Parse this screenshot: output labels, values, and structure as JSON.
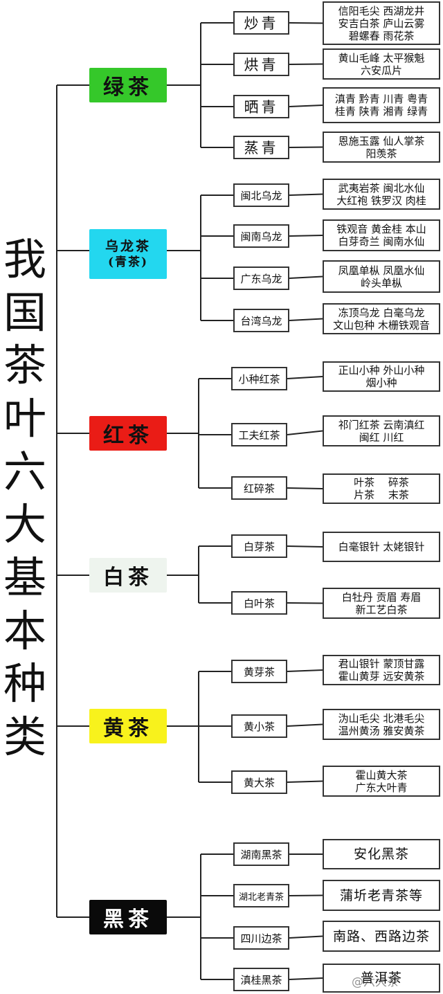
{
  "title_chars": [
    "我",
    "国",
    "茶",
    "叶",
    "六",
    "大",
    "基",
    "本",
    "种",
    "类"
  ],
  "categories": [
    {
      "name": "绿茶",
      "color": "#35c82a",
      "text_color": "#111111",
      "processes": [
        {
          "name": "炒青",
          "examples": [
            "信阳毛尖 西湖龙井",
            "安吉白茶 庐山云雾",
            "碧螺春 雨花茶"
          ]
        },
        {
          "name": "烘青",
          "examples": [
            "黄山毛峰 太平猴魁",
            "六安瓜片"
          ]
        },
        {
          "name": "晒青",
          "examples": [
            "滇青 黔青 川青 粤青",
            "桂青 陕青 湘青 绿青"
          ]
        },
        {
          "name": "蒸青",
          "examples": [
            "恩施玉露 仙人掌茶",
            "阳羡茶"
          ]
        }
      ]
    },
    {
      "name": "乌龙茶",
      "sub": "(青茶)",
      "color": "#23d7ef",
      "text_color": "#111111",
      "processes": [
        {
          "name": "闽北乌龙",
          "examples": [
            "武夷岩茶 闽北水仙",
            "大红袍 铁罗汉 肉桂"
          ]
        },
        {
          "name": "闽南乌龙",
          "examples": [
            "铁观音 黄金桂 本山",
            "白芽奇兰 闽南水仙"
          ]
        },
        {
          "name": "广东乌龙",
          "examples": [
            "凤凰单枞 凤凰水仙",
            "岭头单枞"
          ]
        },
        {
          "name": "台湾乌龙",
          "examples": [
            "冻顶乌龙 白毫乌龙",
            "文山包种 木栅铁观音"
          ]
        }
      ]
    },
    {
      "name": "红茶",
      "color": "#ea1c16",
      "text_color": "#111111",
      "processes": [
        {
          "name": "小种红茶",
          "examples": [
            "正山小种 外山小种",
            "烟小种"
          ]
        },
        {
          "name": "工夫红茶",
          "examples": [
            "祁门红茶 云南滇红",
            "闽红 川红"
          ]
        },
        {
          "name": "红碎茶",
          "examples": [
            "叶茶　 碎茶",
            "片茶　 末茶"
          ]
        }
      ]
    },
    {
      "name": "白茶",
      "color": "#eef4ee",
      "text_color": "#111111",
      "processes": [
        {
          "name": "白芽茶",
          "examples": [
            "白毫银针 太姥银针"
          ]
        },
        {
          "name": "白叶茶",
          "examples": [
            "白牡丹 贡眉 寿眉",
            "新工艺白茶"
          ]
        }
      ]
    },
    {
      "name": "黄茶",
      "color": "#f8f21c",
      "text_color": "#111111",
      "processes": [
        {
          "name": "黄芽茶",
          "examples": [
            "君山银针 蒙顶甘露",
            "霍山黄芽 远安黄茶"
          ]
        },
        {
          "name": "黄小茶",
          "examples": [
            "沩山毛尖 北港毛尖",
            "温州黄汤 雅安黄茶"
          ]
        },
        {
          "name": "黄大茶",
          "examples": [
            "霍山黄大茶",
            "广东大叶青"
          ]
        }
      ]
    },
    {
      "name": "黑茶",
      "color": "#0a0a0a",
      "text_color": "#ffffff",
      "processes": [
        {
          "name": "湖南黑茶",
          "examples": [
            "安化黑茶"
          ]
        },
        {
          "name": "湖北老青茶",
          "examples": [
            "蒲圻老青茶等"
          ]
        },
        {
          "name": "四川边茶",
          "examples": [
            "南路、西路边茶"
          ]
        },
        {
          "name": "滇桂黑茶",
          "examples": [
            "普洱茶"
          ]
        }
      ]
    }
  ],
  "watermark": "@六大茶"
}
